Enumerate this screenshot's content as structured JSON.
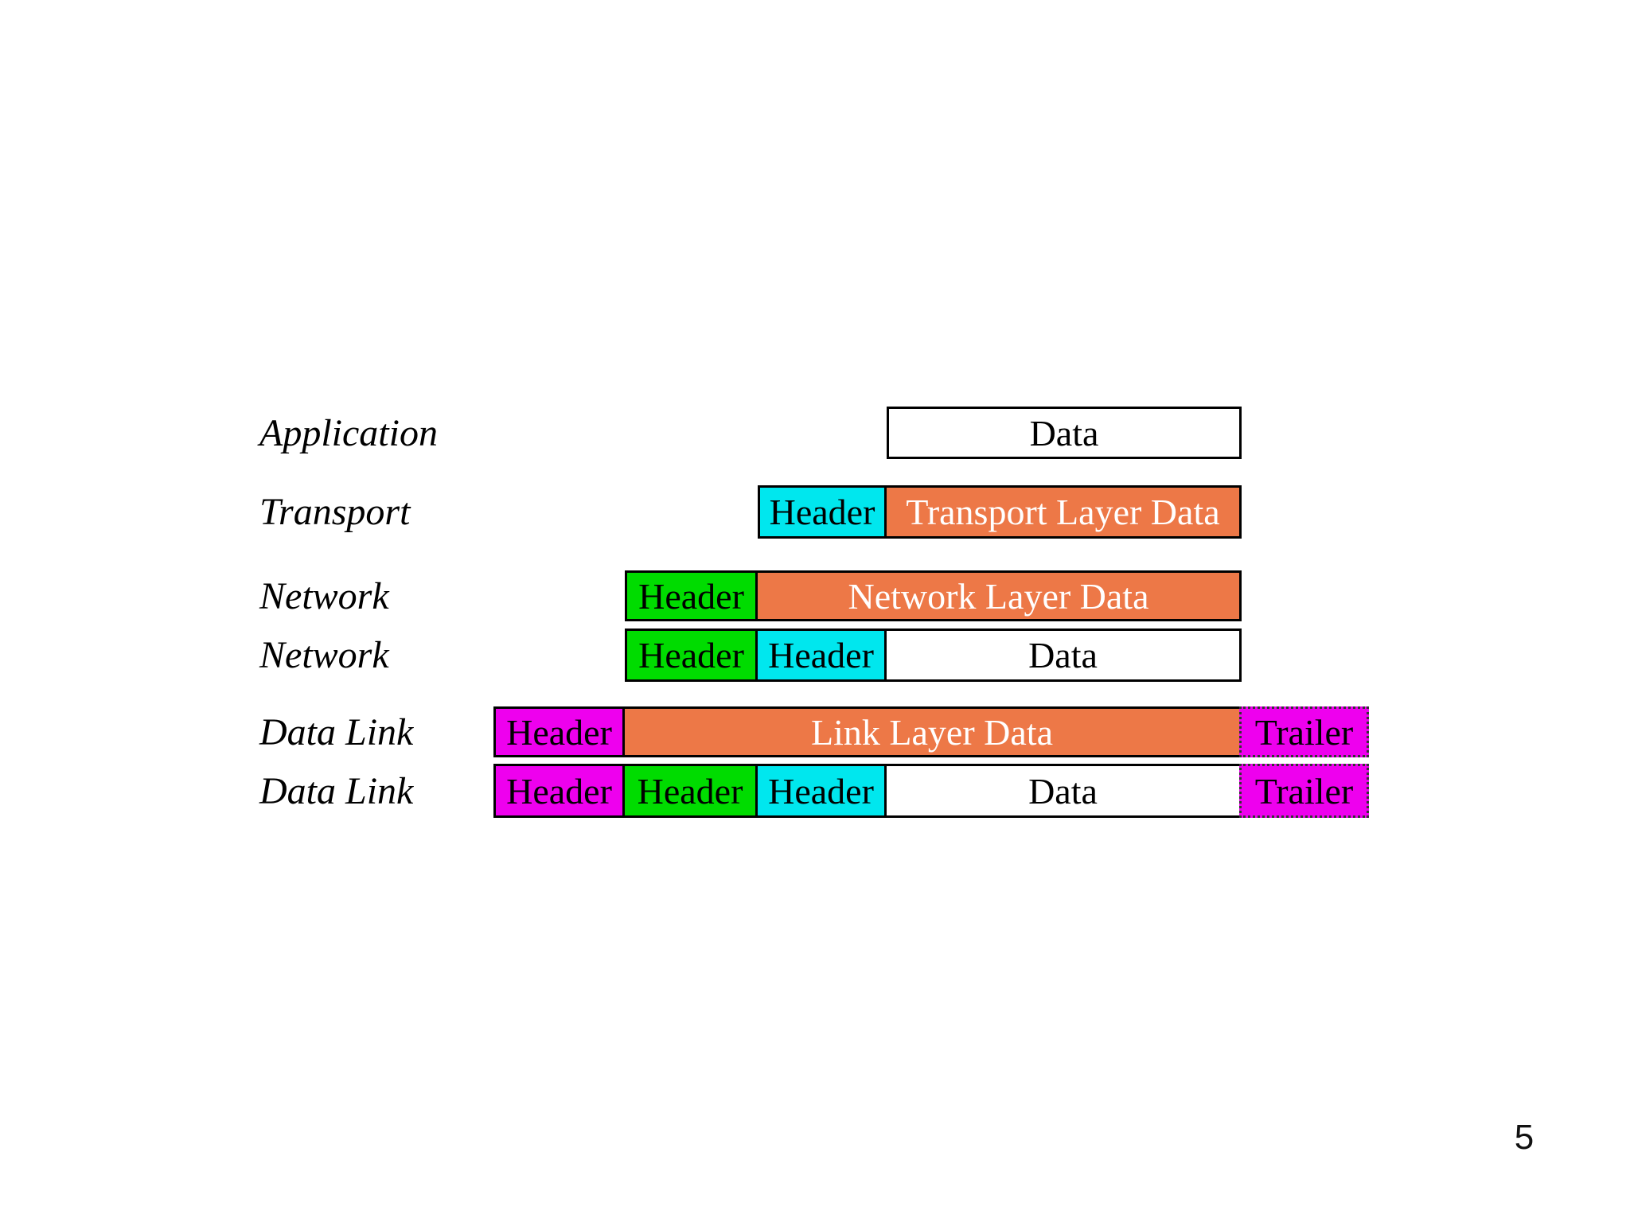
{
  "page_number": "5",
  "colors": {
    "transport-header": "#00e7ee",
    "network-header": "#00dc00",
    "link-header": "#ee00ee",
    "payload": "#ed7847"
  },
  "labels": {
    "application": "Application",
    "transport": "Transport",
    "network_top": "Network",
    "network_bottom": "Network",
    "datalink_top": "Data Link",
    "datalink_bottom": "Data Link"
  },
  "rows": {
    "application": {
      "data": "Data"
    },
    "transport": {
      "header": "Header",
      "payload": "Transport Layer Data"
    },
    "network": {
      "header": "Header",
      "payload": "Network Layer Data"
    },
    "network_detail": {
      "network_header": "Header",
      "transport_header": "Header",
      "data": "Data"
    },
    "datalink": {
      "header": "Header",
      "payload": "Link Layer Data",
      "trailer": "Trailer"
    },
    "datalink_detail": {
      "link_header": "Header",
      "network_header": "Header",
      "transport_header": "Header",
      "data": "Data",
      "trailer": "Trailer"
    }
  }
}
